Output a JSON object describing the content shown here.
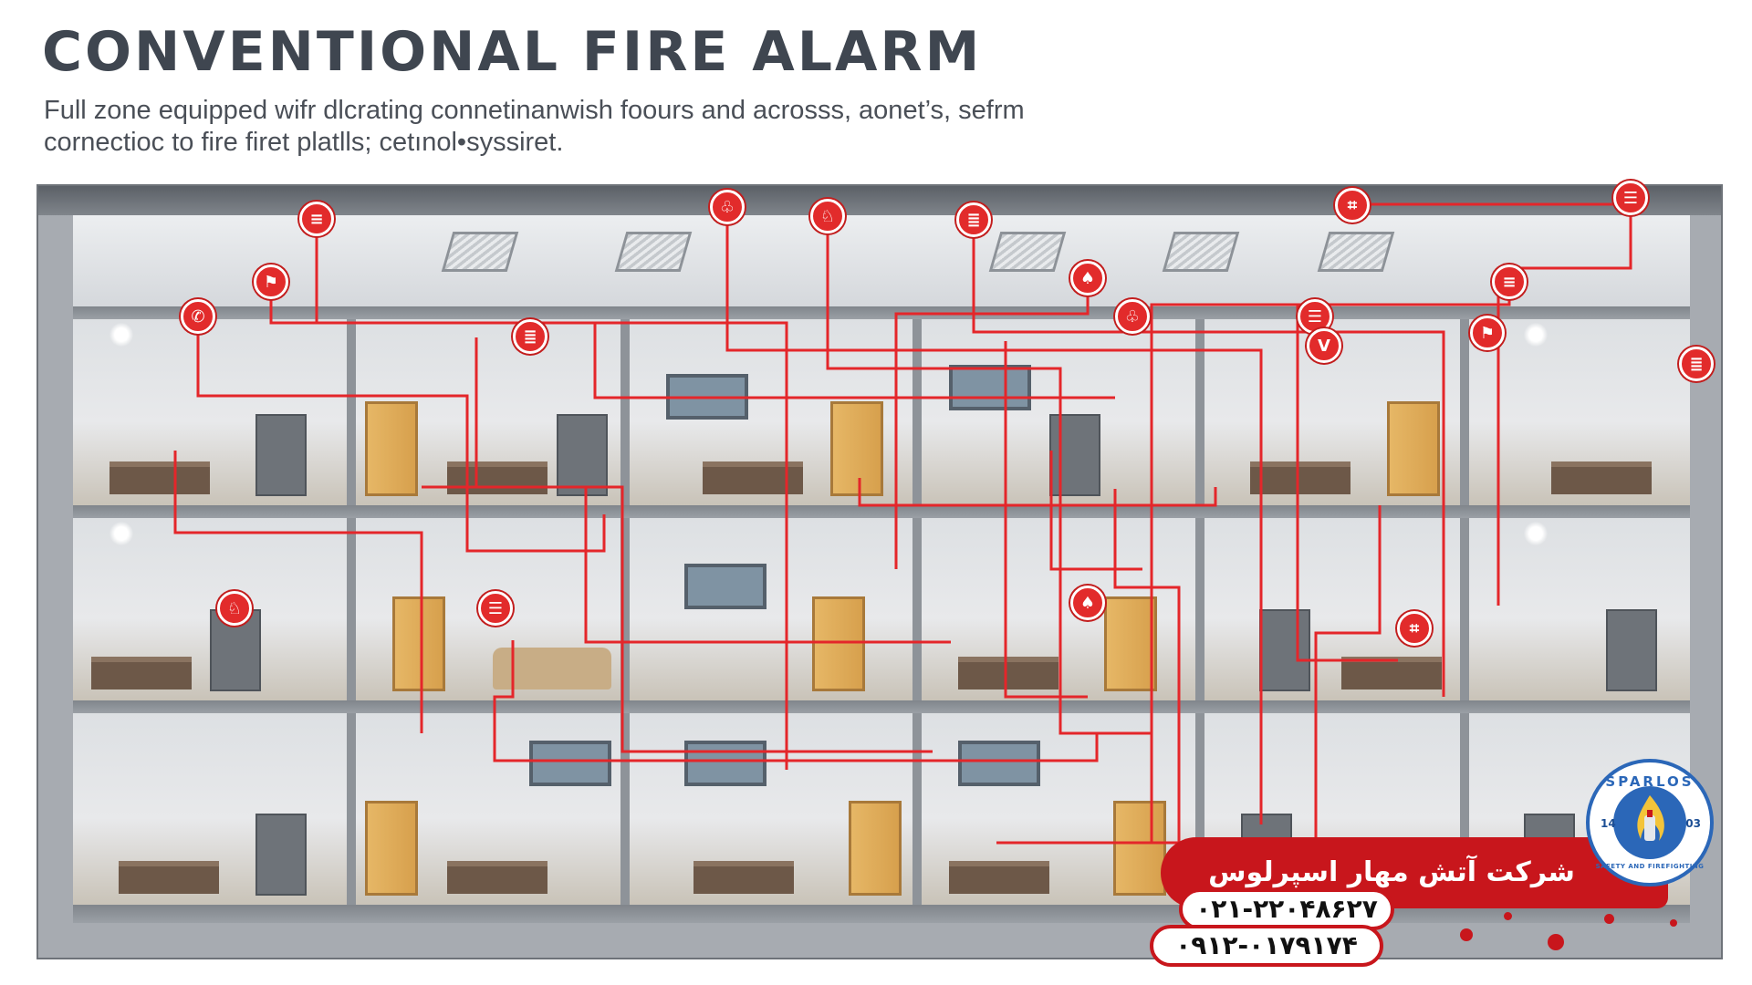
{
  "header": {
    "title": "CONVENTIONAL FIRE ALARM",
    "subtitle_line1": "Full zone equipped wifr dlcrating connetinanwish foours and acrosss, aonet’s, sefrm",
    "subtitle_line2": "cornectioc to fire firet platlls; cetınol•syssiret."
  },
  "colors": {
    "wire": "#e4262a",
    "detector": "#e22b2b",
    "company_bar": "#c8161c",
    "title": "#3f4650",
    "logo_blue": "#2b67b8",
    "logo_yellow": "#f3c43a"
  },
  "detectors": [
    {
      "glyph": "≡"
    },
    {
      "glyph": "♧"
    },
    {
      "glyph": "♘"
    },
    {
      "glyph": "≣"
    },
    {
      "glyph": "⌗"
    },
    {
      "glyph": "☰"
    },
    {
      "glyph": "⚑"
    },
    {
      "glyph": "♠"
    },
    {
      "glyph": "≡"
    },
    {
      "glyph": "✆"
    },
    {
      "glyph": "♧"
    },
    {
      "glyph": "☰"
    },
    {
      "glyph": "≣"
    },
    {
      "glyph": "V"
    },
    {
      "glyph": "⚑"
    },
    {
      "glyph": "≣"
    },
    {
      "glyph": "♘"
    },
    {
      "glyph": "☰"
    },
    {
      "glyph": "♠"
    },
    {
      "glyph": "⌗"
    }
  ],
  "company": {
    "name": "شرکت آتش مهار اسپرلوس",
    "phone1": "۰۲۱-۲۲۰۴۸۶۲۷",
    "phone2": "۰۹۱۲-۰۱۷۹۱۷۴"
  },
  "logo": {
    "brand": "SPARLOS",
    "subtitle": "SAFETY AND FIREFIGHTING",
    "left_number": "14",
    "right_number": "03"
  }
}
